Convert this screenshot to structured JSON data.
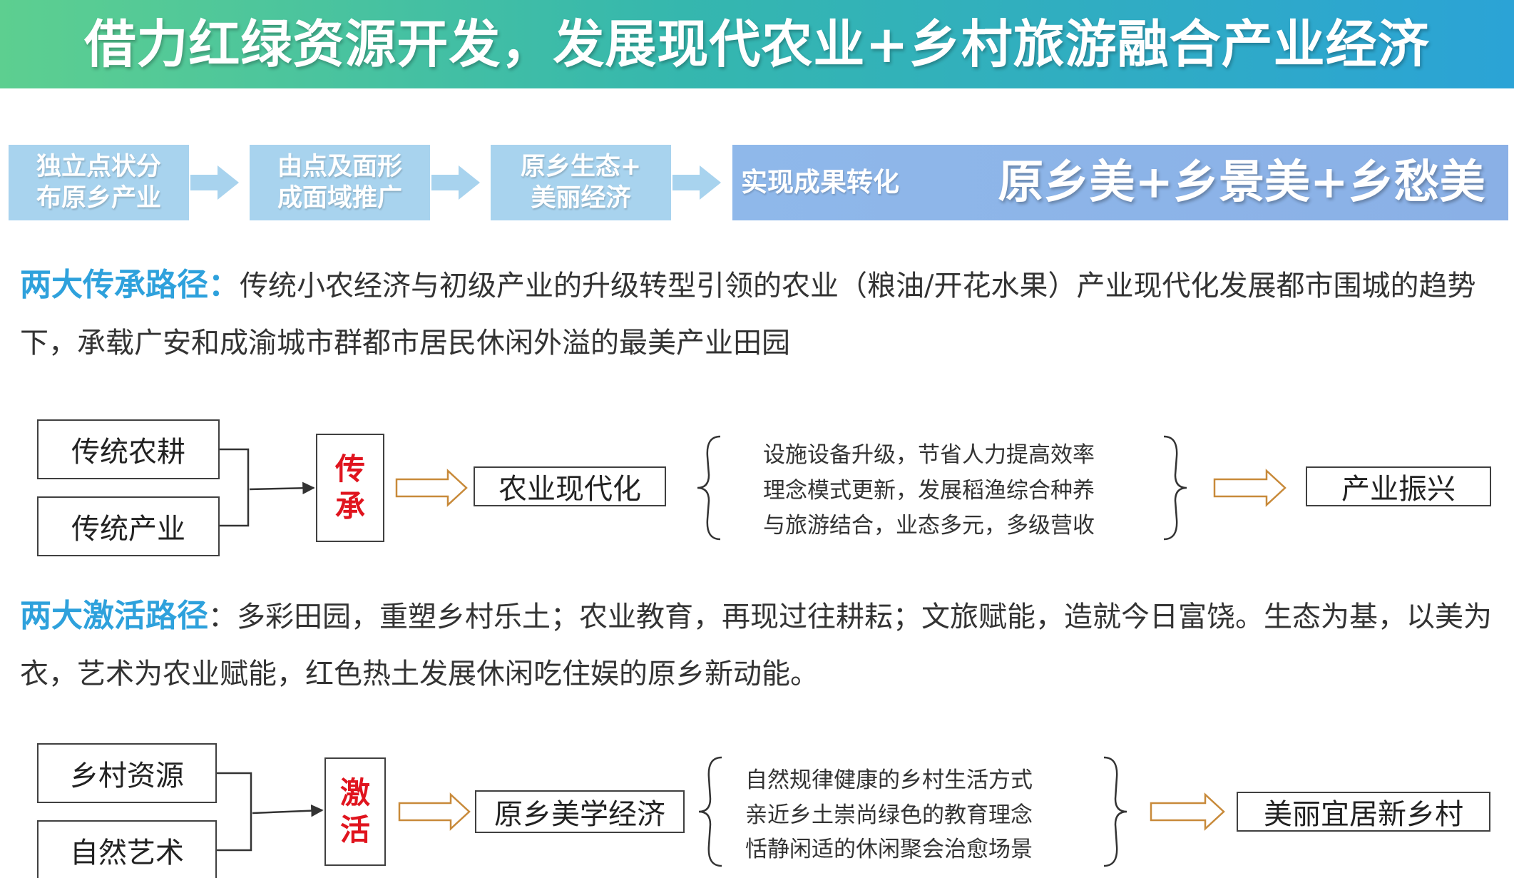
{
  "header": {
    "title": "借力红绿资源开发，发展现代农业+乡村旅游融合产业经济"
  },
  "process": {
    "steps": [
      {
        "line1": "独立点状分",
        "line2": "布原乡产业"
      },
      {
        "line1": "由点及面形",
        "line2": "成面域推广"
      },
      {
        "line1": "原乡生态+",
        "line2": "美丽经济"
      }
    ],
    "result_label": "实现成果转化",
    "result_slogan": "原乡美+乡景美+乡愁美"
  },
  "section1": {
    "keyword": "两大传承路径：",
    "text": "传统小农经济与初级产业的升级转型引领的农业（粮油/开花水果）产业现代化发展都市围城的趋势下，承载广安和成渝城市群都市居民休闲外溢的最美产业田园",
    "inputs": [
      "传统农耕",
      "传统产业"
    ],
    "action": [
      "传",
      "承"
    ],
    "middle": "农业现代化",
    "details": [
      "设施设备升级，节省人力提高效率",
      "理念模式更新，发展稻渔综合种养",
      "与旅游结合，业态多元，多级营收"
    ],
    "outcome": "产业振兴"
  },
  "section2": {
    "keyword": "两大激活路径",
    "text": "：多彩田园，重塑乡村乐土；农业教育，再现过往耕耘；文旅赋能，造就今日富饶。生态为基，以美为衣，艺术为农业赋能，红色热土发展休闲吃住娱的原乡新动能。",
    "inputs": [
      "乡村资源",
      "自然艺术"
    ],
    "action": [
      "激",
      "活"
    ],
    "middle": "原乡美学经济",
    "details": [
      "自然规律健康的乡村生活方式",
      "亲近乡土崇尚绿色的教育理念",
      "恬静闲适的休闲聚会治愈场景"
    ],
    "outcome": "美丽宜居新乡村"
  },
  "colors": {
    "header_gradient_start": "#5dcf90",
    "header_gradient_end": "#2ba3d6",
    "step_fill": "#a8d3ee",
    "result_fill": "#8fb8ea",
    "keyword": "#2ea1dc",
    "action_text": "#e0141e",
    "hollow_arrow": "#c88a3a"
  }
}
